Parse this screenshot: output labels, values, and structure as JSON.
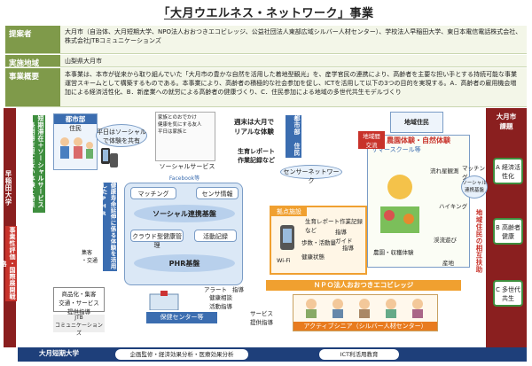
{
  "title": "「大月ウエルネス・ネットワーク」事業",
  "info": {
    "proposer_label": "提案者",
    "proposer_text": "大月市（自治体、大月短期大学、NPO法人おおつきエコビレッジ、公益社団法人東部広域シルバー人材センター）、学校法人早稲田大学、東日本電信電話株式会社、株式会社JTBコミュニケーションズ",
    "area_label": "実施地域",
    "area_text": "山梨県大月市",
    "summary_label": "事業概要",
    "summary_text": "本事業は、本市が従来から取り組んでいた「大月市の豊かな自然を活用した着地型観光」を、産学官民の連携により、高齢者を主要な担い手とする持続可能な事業運営スキームとして構築するものである。本事業により、高齢者の積極的な社会参加を促し、ICTを活用して以下の3つの目的を実現する。A．高齢者の雇用機会増加による経済活性化、B．新産業への就労による高齢者の健康づくり、C．住民参加による地域の多世代共生モデルづくり"
  },
  "left": {
    "university": "早稲田大学",
    "red_band": "事業性評価・国際展開戦略",
    "green_band": "短期滞在＋ソーシャルサービス～長期滞在型に近い体験と効果",
    "city_title": "都市部",
    "city_sub": "住民",
    "ellipse": "平日はソーシャルで体験を共有",
    "product": "商品化・集客\n交通・サービス\n提供指導",
    "jtb": "JTB\nコミュニケーションズ",
    "kanshu": "集客\n・交通"
  },
  "center": {
    "social_service": "ソーシャルサービス",
    "facebook": "Facebook等",
    "phr_side": "健康寿命延伸に係る体験を活用したPHR",
    "platform_title": "ソーシャル連携基盤",
    "matching": "マッチング",
    "sensor_info": "センサ情報",
    "cloud_health": "クラウド型健康管理",
    "activity_log": "活動記録",
    "phr_base": "PHR基盤",
    "alert": "アラート",
    "guide": "指導",
    "health_center": "保健センター等",
    "health_consult": "健康相談\n活動指導",
    "service_guide": "サービス\n提供指導",
    "speech_items": [
      "家族とのおでかけ",
      "健康を気にする友人",
      "平日は家族と"
    ]
  },
  "middle": {
    "weekend": "週末は大月で\nリアルな体験",
    "city_side": "都市部\n住民",
    "report": "生育レポート\n作業記録など",
    "sensor_network": "センサーネットワーク",
    "hub": "拠点施設",
    "wifi": "Wi-Fi",
    "device_labels": [
      "生育レポート作業記録など",
      "歩数・活動量",
      "健康状態",
      "指導"
    ],
    "guide_label": "指導\nガイド"
  },
  "farm": {
    "title": "農園体験・自然体験",
    "summer_school": "サマースクール等",
    "labels": [
      "ハイキング",
      "流れ星観測",
      "農園・収穫体験",
      "渓流遊び",
      "産地"
    ],
    "tourism": "地域間\n交流",
    "local_title": "地域住民"
  },
  "npo": "ＮＰＯ法人おおつきエコビレッジ",
  "senior": "アクティブシニア（シルバー人材センター）",
  "bottom": {
    "college": "大月短期大学",
    "planning": "企画監修・経済効果分析・医療効果分析",
    "ict": "ICT利活用教育"
  },
  "right": {
    "title": "大月市\n課題",
    "matching": "マッチング",
    "social_platform": "ソーシャル\n連携基盤",
    "mutual": "地域住民の相互扶助",
    "goals": [
      "A 経済活性化",
      "B 高齢者健康",
      "C 多世代共生"
    ]
  },
  "colors": {
    "green": "#7f9a4a",
    "red": "#c8322a",
    "blue": "#7a9cc6",
    "orange": "#f0a030"
  }
}
